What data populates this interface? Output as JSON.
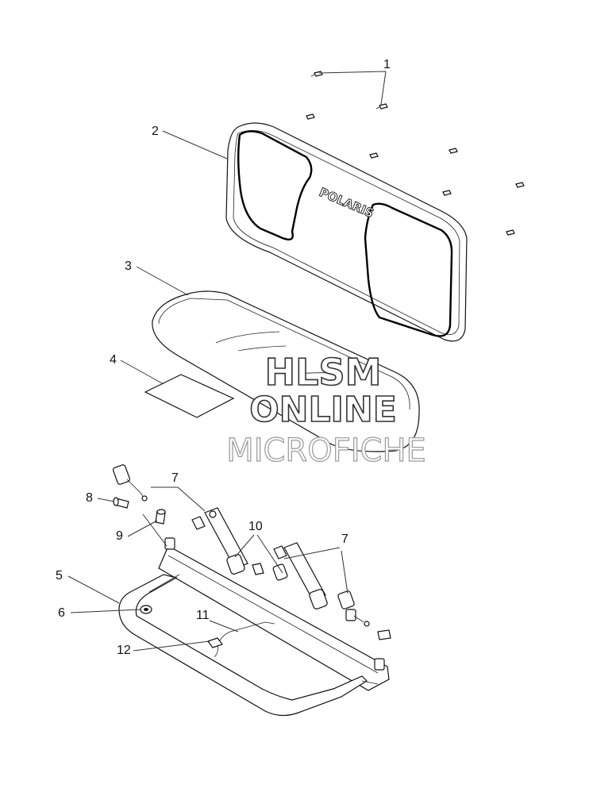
{
  "callouts": [
    {
      "id": "1",
      "label": "1"
    },
    {
      "id": "2",
      "label": "2"
    },
    {
      "id": "3",
      "label": "3"
    },
    {
      "id": "4",
      "label": "4"
    },
    {
      "id": "5",
      "label": "5"
    },
    {
      "id": "6",
      "label": "6"
    },
    {
      "id": "7a",
      "label": "7"
    },
    {
      "id": "7b",
      "label": "7"
    },
    {
      "id": "8",
      "label": "8"
    },
    {
      "id": "9",
      "label": "9"
    },
    {
      "id": "10",
      "label": "10"
    },
    {
      "id": "11",
      "label": "11"
    },
    {
      "id": "12",
      "label": "12"
    }
  ],
  "seat_back_logo": "POLARIS",
  "watermark": {
    "line1": "HLSM",
    "line2": "ONLINE",
    "line3": "MICROFICHE"
  }
}
